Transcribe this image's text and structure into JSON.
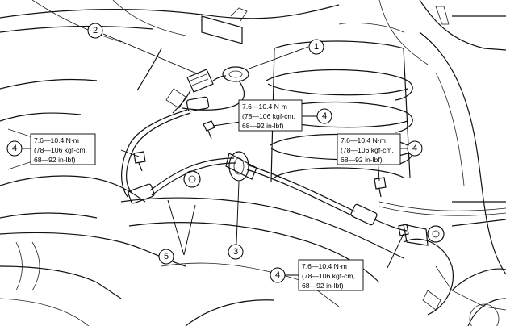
{
  "callouts": {
    "c1": "1",
    "c2": "2",
    "c3": "3",
    "c4a": "4",
    "c4b": "4",
    "c4c": "4",
    "c4d": "4",
    "c5": "5"
  },
  "torque_specs": {
    "top_center": [
      "7.6—10.4 N·m",
      "(78—106 kgf-cm,",
      "68—92 in-lbf)"
    ],
    "left": [
      "7.6—10.4 N·m",
      "(78—106 kgf-cm,",
      "68—92 in-lbf)"
    ],
    "right": [
      "7.6—10.4 N·m",
      "(78—106 kgf-cm,",
      "68—92 in-lbf)"
    ],
    "bottom": [
      "7.6—10.4 N·m",
      "(78—106 kgf-cm,",
      "68—92 in-lbf)"
    ]
  }
}
